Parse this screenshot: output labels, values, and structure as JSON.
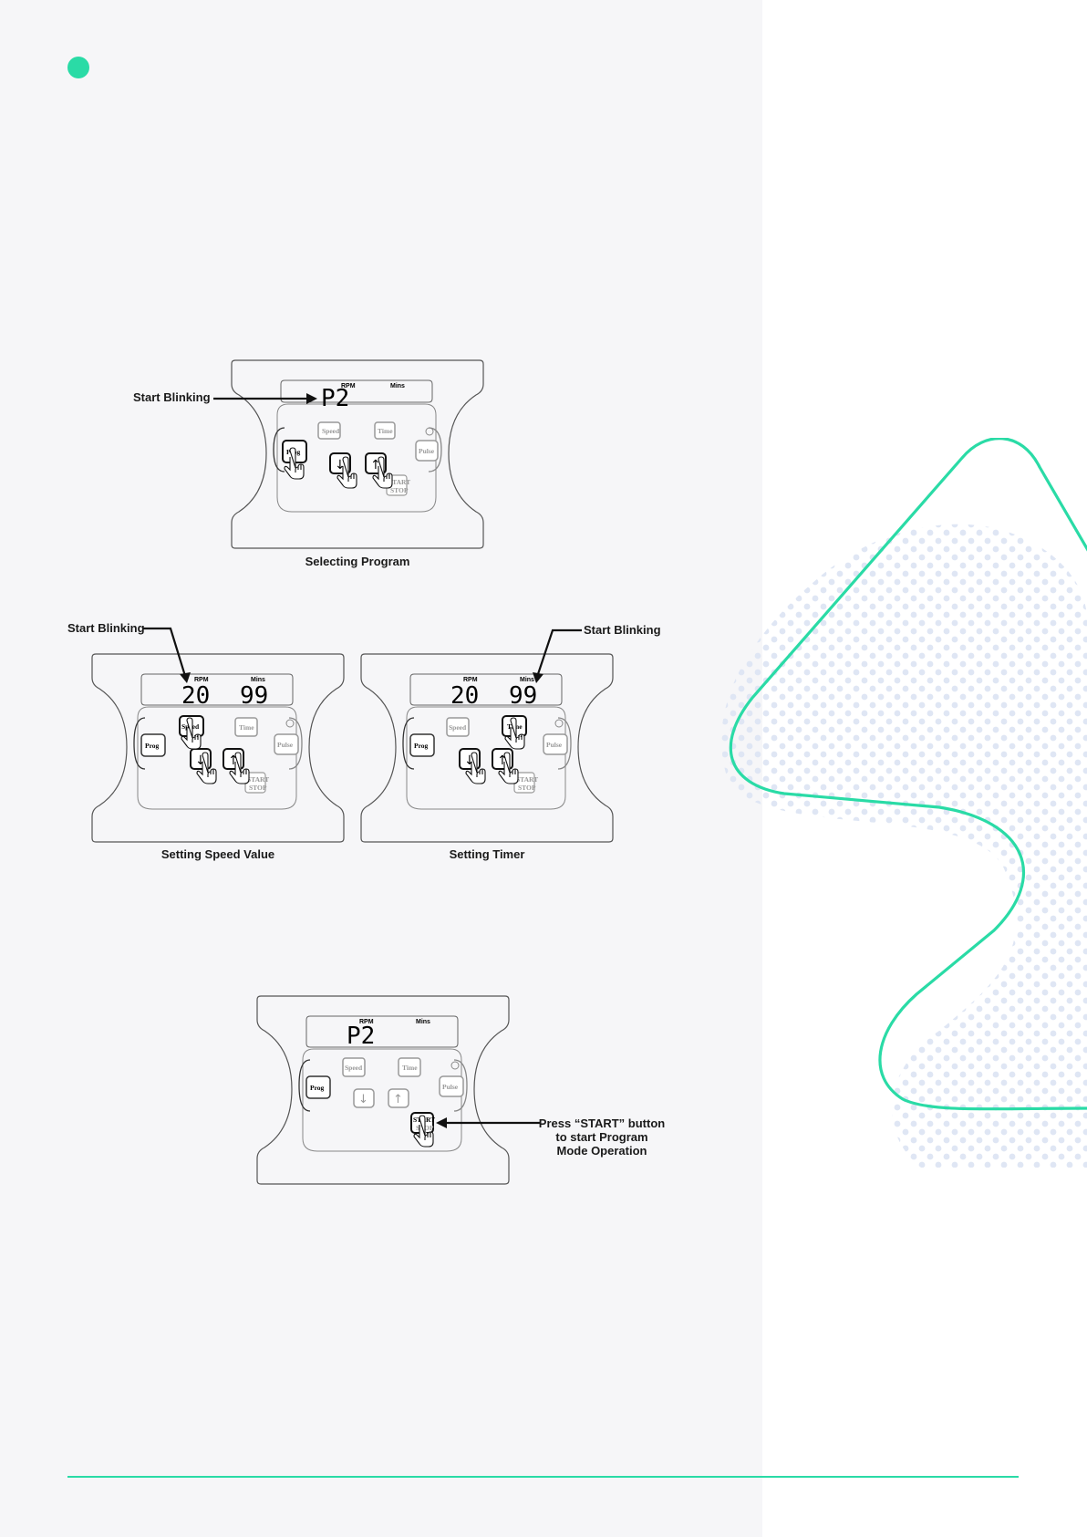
{
  "colors": {
    "accent": "#2adba6",
    "panel_bg": "#f6f6f8",
    "dots": "#dfe6f4"
  },
  "figures": {
    "program": {
      "caption": "Selecting Program",
      "callout": "Start Blinking",
      "rpm_label": "RPM",
      "mins_label": "Mins",
      "display_left": "P2",
      "display_right": "",
      "btn_prog": "Prog",
      "btn_speed": "Speed",
      "btn_time": "Time",
      "btn_pulse": "Pulse",
      "btn_start": "START",
      "btn_stop": "STOP"
    },
    "speed": {
      "caption": "Setting Speed Value",
      "callout": "Start Blinking",
      "rpm_label": "RPM",
      "mins_label": "Mins",
      "display_left": "20",
      "display_right": "99",
      "btn_prog": "Prog",
      "btn_speed": "Speed",
      "btn_time": "Time",
      "btn_pulse": "Pulse",
      "btn_start": "START",
      "btn_stop": "STOP"
    },
    "timer": {
      "caption": "Setting Timer",
      "callout": "Start Blinking",
      "rpm_label": "RPM",
      "mins_label": "Mins",
      "display_left": "20",
      "display_right": "99",
      "btn_prog": "Prog",
      "btn_speed": "Speed",
      "btn_time": "Time",
      "btn_pulse": "Pulse",
      "btn_start": "START",
      "btn_stop": "STOP"
    },
    "start": {
      "callout_lines": [
        "Press “START” button",
        "to start Program",
        "Mode Operation"
      ],
      "rpm_label": "RPM",
      "mins_label": "Mins",
      "display_left": "P2",
      "display_right": "",
      "btn_prog": "Prog",
      "btn_speed": "Speed",
      "btn_time": "Time",
      "btn_pulse": "Pulse",
      "btn_start": "START",
      "btn_stop": "STOP"
    }
  }
}
